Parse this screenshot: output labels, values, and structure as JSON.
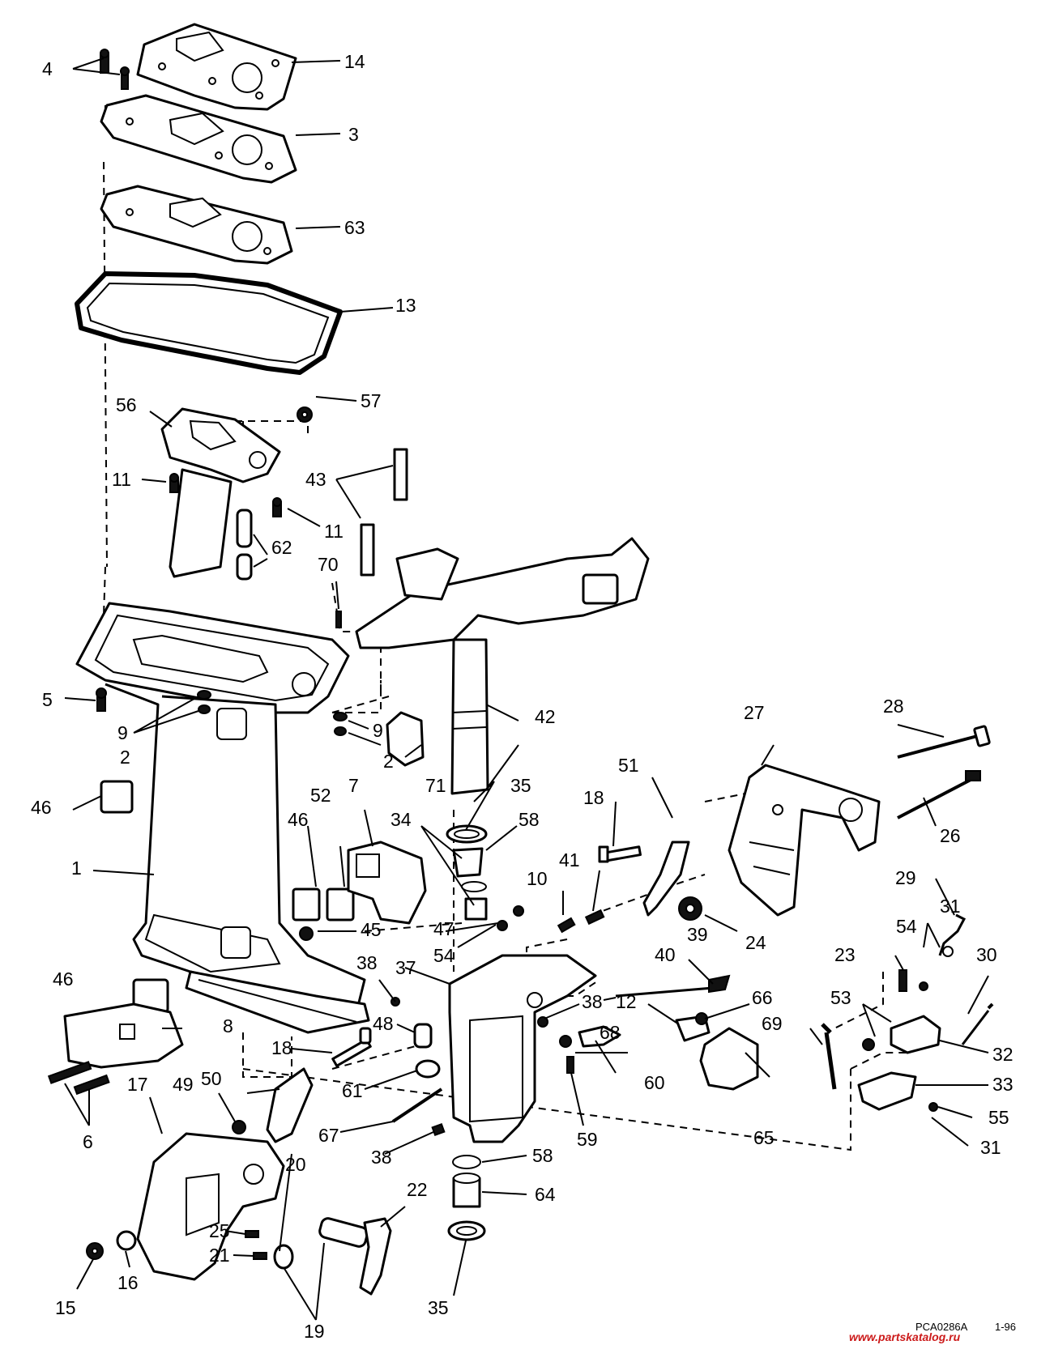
{
  "callouts": {
    "c1": "1",
    "c2a": "2",
    "c2b": "2",
    "c3": "3",
    "c4": "4",
    "c5": "5",
    "c6": "6",
    "c7": "7",
    "c8": "8",
    "c9a": "9",
    "c9b": "9",
    "c10": "10",
    "c11a": "11",
    "c11b": "11",
    "c12": "12",
    "c13": "13",
    "c14": "14",
    "c15": "15",
    "c16": "16",
    "c17": "17",
    "c18a": "18",
    "c18b": "18",
    "c19": "19",
    "c20": "20",
    "c21": "21",
    "c22": "22",
    "c23": "23",
    "c24": "24",
    "c25": "25",
    "c26": "26",
    "c27": "27",
    "c28": "28",
    "c29": "29",
    "c30": "30",
    "c31a": "31",
    "c31b": "31",
    "c32": "32",
    "c33": "33",
    "c34": "34",
    "c35a": "35",
    "c35b": "35",
    "c37": "37",
    "c38a": "38",
    "c38b": "38",
    "c38c": "38",
    "c39": "39",
    "c40": "40",
    "c41": "41",
    "c42": "42",
    "c43": "43",
    "c45": "45",
    "c46a": "46",
    "c46b": "46",
    "c46c": "46",
    "c47": "47",
    "c48": "48",
    "c49": "49",
    "c50": "50",
    "c51": "51",
    "c52": "52",
    "c53": "53",
    "c54a": "54",
    "c54b": "54",
    "c55": "55",
    "c56": "56",
    "c57": "57",
    "c58a": "58",
    "c58b": "58",
    "c59": "59",
    "c60": "60",
    "c61": "61",
    "c62": "62",
    "c63": "63",
    "c64": "64",
    "c65": "65",
    "c66": "66",
    "c67": "67",
    "c68": "68",
    "c69": "69",
    "c70": "70",
    "c71": "71"
  },
  "footer": {
    "drawing_code": "PCA0286A",
    "date_code": "1-96",
    "watermark": "www.partskatalog.ru"
  }
}
